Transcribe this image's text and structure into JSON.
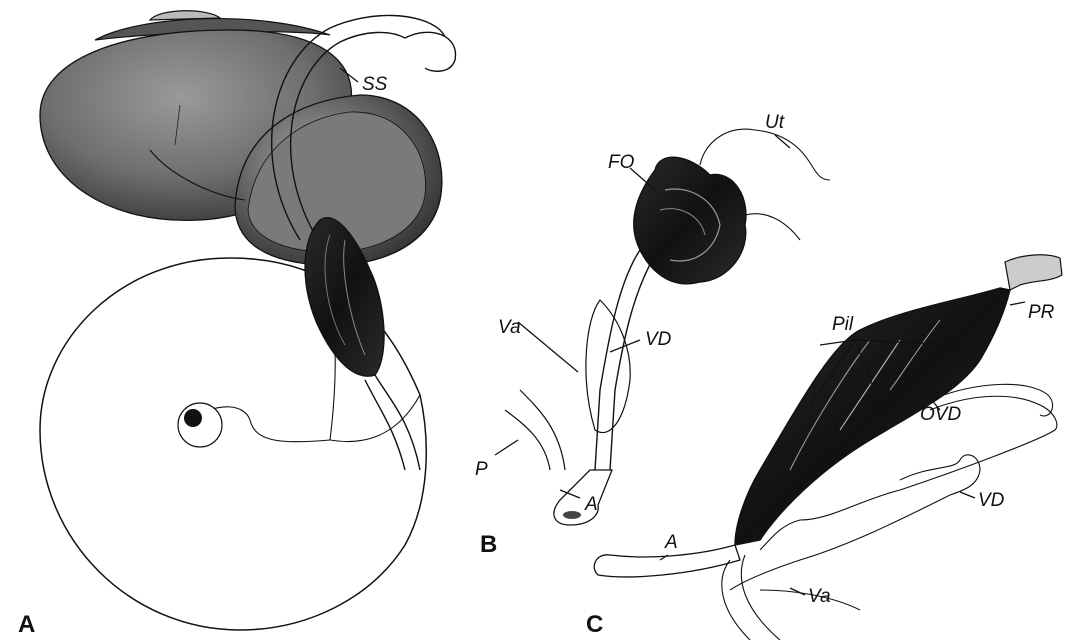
{
  "panels": {
    "a": "A",
    "b": "B",
    "c": "C"
  },
  "labels": {
    "ss": "SS",
    "ut": "Ut",
    "fo": "FO",
    "va_b": "Va",
    "vd_b": "VD",
    "p": "P",
    "a_b": "A",
    "pil": "Pil",
    "pr": "PR",
    "ovd": "OVD",
    "a_c": "A",
    "vd_c": "VD",
    "va_c": "Va"
  },
  "colors": {
    "ink": "#111111",
    "shell_shade": "#6f6f6f",
    "shell_dark": "#2c2c2c",
    "organ_dark": "#1e1e1e"
  }
}
